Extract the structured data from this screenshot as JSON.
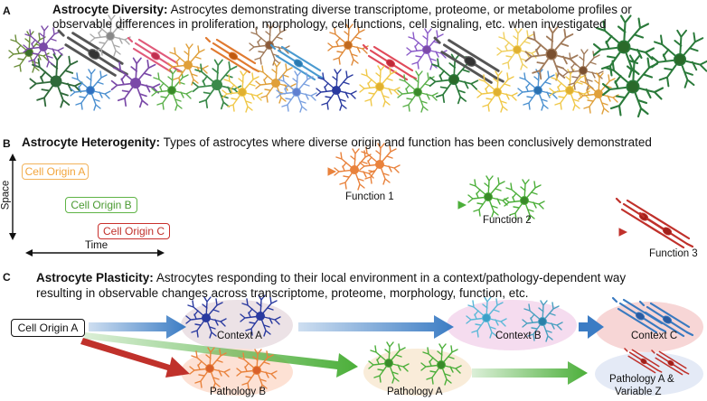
{
  "panel_a": {
    "letter": "A",
    "heading_bold": "Astrocyte Diversity:",
    "heading_line1": "Astrocytes demonstrating diverse transcriptome, proteome, or metabolome profiles or",
    "heading_line2": "observable differences in proliferation, morphology, cell functions, cell signaling, etc. when investigated"
  },
  "panel_b": {
    "letter": "B",
    "heading_bold": "Astrocyte Heterogenity:",
    "heading_rest": "Types of astrocytes where diverse origin and function has been conclusively demonstrated",
    "axis_space": "Space",
    "axis_time": "Time",
    "origins": [
      {
        "label": "Cell Origin A",
        "color": "#f2b35b"
      },
      {
        "label": "Cell Origin B",
        "color": "#5fb446"
      },
      {
        "label": "Cell Origin C",
        "color": "#c9302c"
      }
    ],
    "functions": [
      "Function 1",
      "Function 2",
      "Function 3"
    ]
  },
  "panel_c": {
    "letter": "C",
    "heading_bold": "Astrocyte Plasticity:",
    "heading_line1": "Astrocytes responding to their local environment in a context/pathology-dependent way",
    "heading_line2": "resulting in observable changes across transcriptome, proteome, morphology, function, etc.",
    "origin": "Cell Origin A",
    "contexts": [
      "Context A",
      "Context B",
      "Context C"
    ],
    "pathologies": [
      "Pathology  B",
      "Pathology A",
      "Pathology A &",
      "Variable Z"
    ]
  },
  "colors": {
    "blue": "#3b7cc4",
    "green": "#4caf3a",
    "red": "#c0312b",
    "orange": "#e9823c"
  }
}
